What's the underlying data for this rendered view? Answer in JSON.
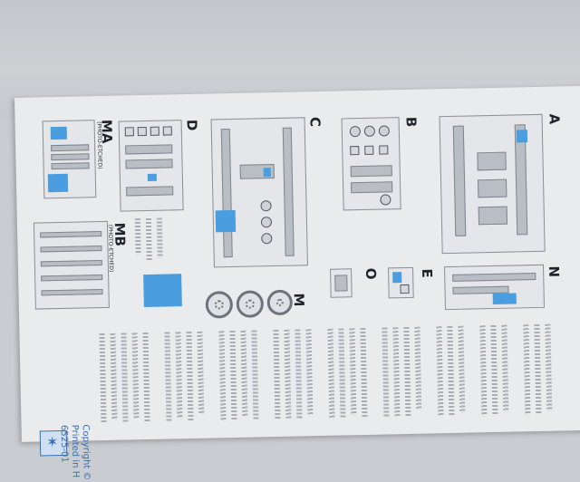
{
  "sheet": {
    "sections": {
      "A": "A",
      "B": "B",
      "C": "C",
      "D": "D",
      "E": "E",
      "M": "M",
      "N": "N",
      "O": "O",
      "MA": "MA",
      "MA_sub": "(PHOTO-ETCHED)",
      "MB": "MB",
      "MB_sub": "(PHOTO-ETCHED)"
    },
    "copyright": {
      "line1": "Copyright ©",
      "line2": "Printed in H",
      "line3": "6525-01"
    }
  },
  "colors": {
    "highlight": "#4a9ee0",
    "background": "#c9ccd0",
    "paper": "#e9ebed",
    "ink": "#1f242a"
  }
}
